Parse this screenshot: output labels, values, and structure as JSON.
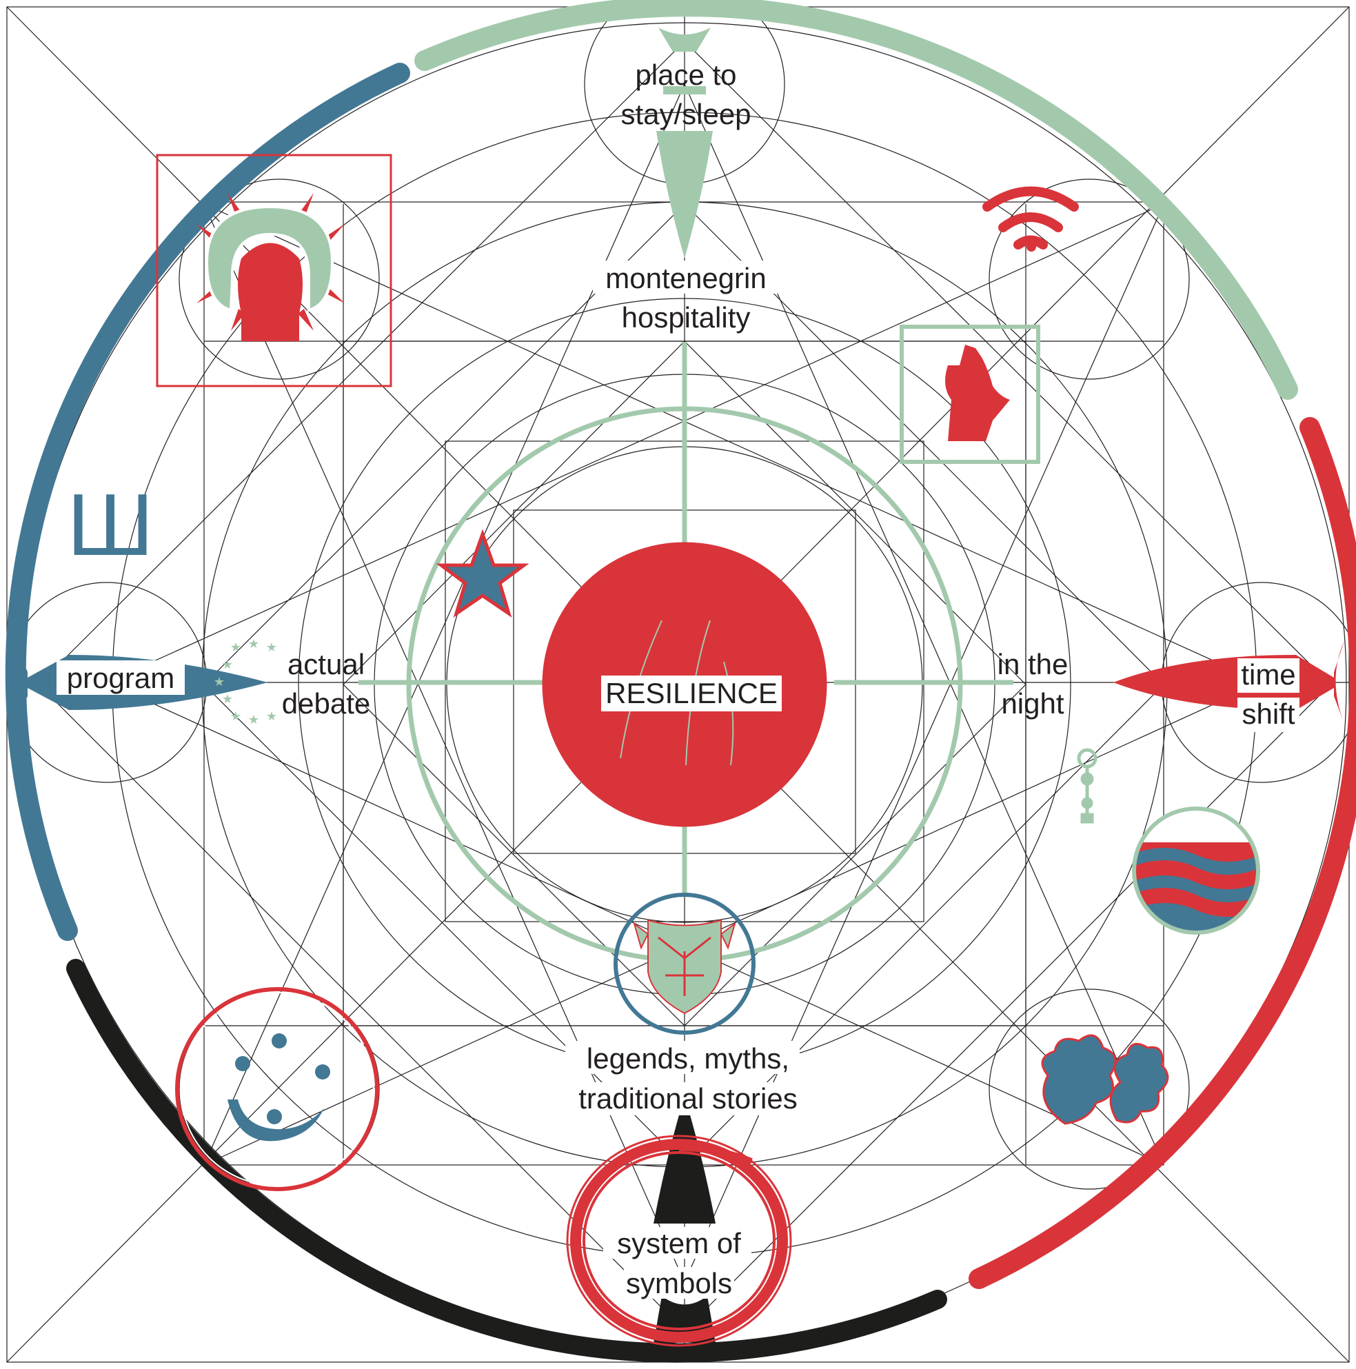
{
  "colors": {
    "green": "#a3c9ad",
    "blue": "#427894",
    "red": "#d9343a",
    "black": "#1d1d1b",
    "line": "#231f20"
  },
  "labels": {
    "center": "RESILIENCE",
    "top_outer": [
      "place to",
      "stay/sleep"
    ],
    "top_inner": [
      "montenegrin",
      "hospitality"
    ],
    "left_outer": "program",
    "left_inner": [
      "actual",
      "debate"
    ],
    "right_inner": [
      "in the",
      "night"
    ],
    "right_outer": [
      "time",
      "shift"
    ],
    "bottom_inner": [
      "legends, myths,",
      "traditional stories"
    ],
    "bottom_outer": [
      "system of",
      "symbols"
    ],
    "cyrillic_glyph": "Ш"
  },
  "icons": [
    "rock-icon",
    "horseshoe-icon",
    "wifi-icon",
    "hand-icon",
    "star-icon",
    "eu-stars-icon",
    "key-icon",
    "wave-flag-icon",
    "leaves-icon",
    "eagle-crest-icon",
    "smiley-icon",
    "ouroboros-icon"
  ]
}
